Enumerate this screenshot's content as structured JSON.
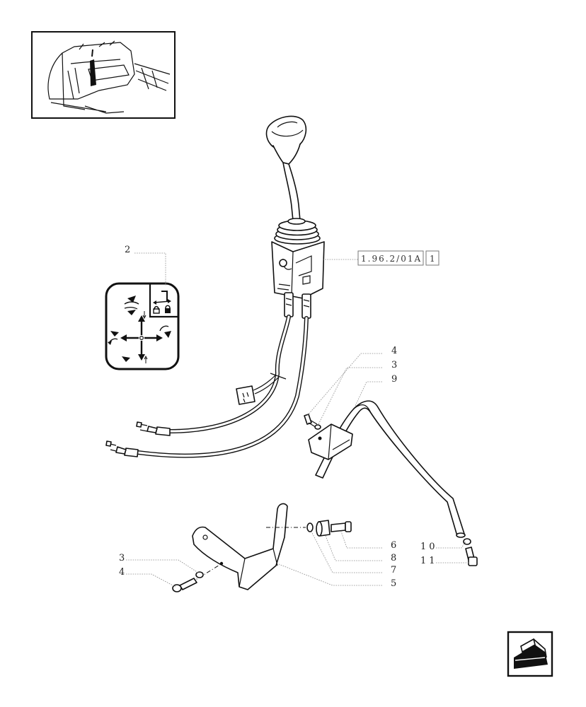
{
  "thumbnail": {
    "name": "cab overview"
  },
  "reference": {
    "code": "1.96.2/01A",
    "index": "1"
  },
  "callouts": {
    "c2": "2",
    "c4a": "4",
    "c3a": "3",
    "c9": "9",
    "c6": "6",
    "c8": "8",
    "c7": "7",
    "c5": "5",
    "c10": "10",
    "c11": "11",
    "c3b": "3",
    "c4b": "4"
  },
  "nav": {
    "icon": "next-page-arrow-icon"
  },
  "colors": {
    "line": "#111111",
    "leader": "#8a8a8a",
    "background": "#ffffff"
  }
}
